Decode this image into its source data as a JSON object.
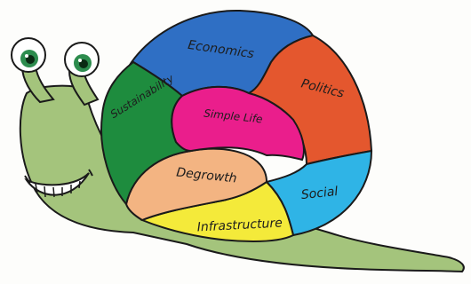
{
  "diagram": {
    "segments": [
      {
        "id": "economics",
        "label": "Economics",
        "color": "#2f6fc4"
      },
      {
        "id": "politics",
        "label": "Politics",
        "color": "#e4572e"
      },
      {
        "id": "social",
        "label": "Social",
        "color": "#2fb4e6"
      },
      {
        "id": "infrastructure",
        "label": "Infrastructure",
        "color": "#f4ea3a"
      },
      {
        "id": "degrowth",
        "label": "Degrowth",
        "color": "#f3b482"
      },
      {
        "id": "sustainability",
        "label": "Sustainability",
        "color": "#1e8c3e"
      },
      {
        "id": "simple_life",
        "label": "Simple Life",
        "color": "#ea1e8c"
      }
    ],
    "body_color": "#a4c47c",
    "eye_color": "#2d8c4e",
    "outline_color": "#1a1a1a"
  }
}
